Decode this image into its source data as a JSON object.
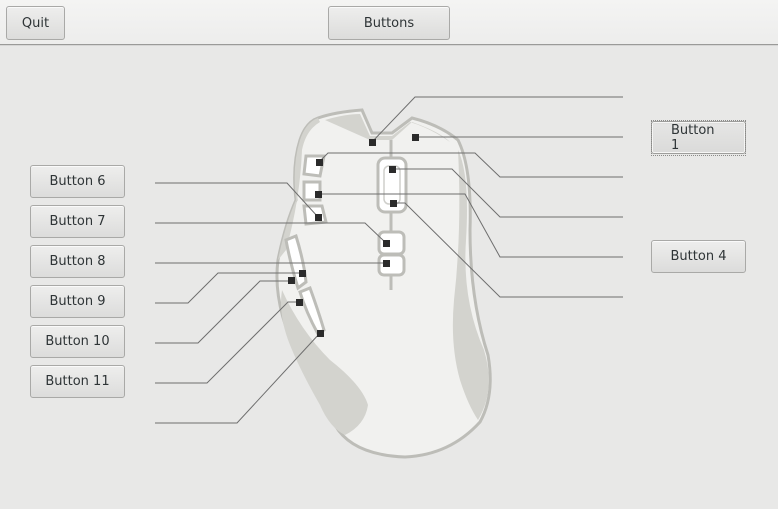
{
  "header": {
    "quit_label": "Quit",
    "title_tab_label": "Buttons"
  },
  "buttons": {
    "button_1": "Button 1",
    "button_4": "Button 4",
    "button_6": "Button 6",
    "button_7": "Button 7",
    "button_8": "Button 8",
    "button_9": "Button 9",
    "button_10": "Button 10",
    "button_11": "Button 11"
  },
  "colors": {
    "background": "#e8e8e7",
    "mouse_body": "#f1f1ef",
    "mouse_shade": "#d3d3ce",
    "mouse_outline": "#bdbdb8",
    "leader_line": "#6e6e6e",
    "marker": "#2b2b2b"
  }
}
